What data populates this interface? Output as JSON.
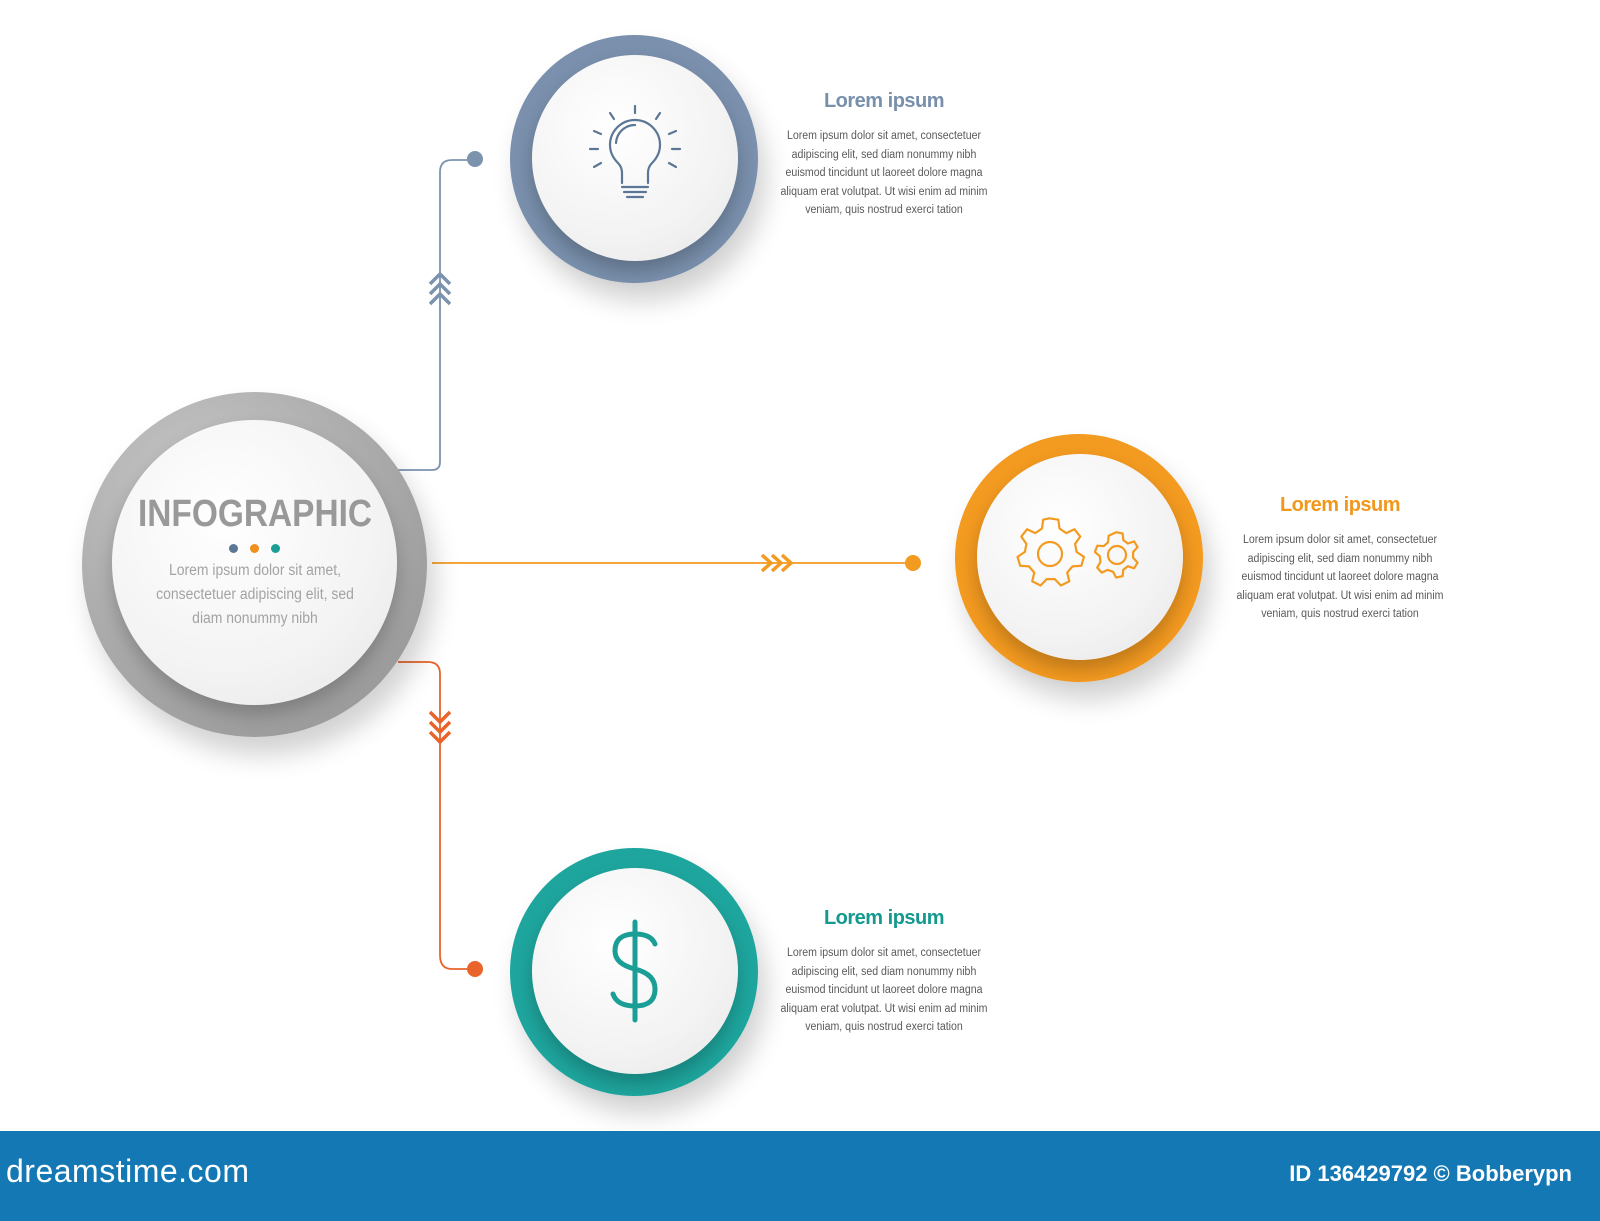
{
  "center": {
    "title": "INFOGRAPHIC",
    "text": "Lorem ipsum dolor sit amet, consectetuer adipiscing elit, sed diam nonummy nibh",
    "dot_colors": [
      "#5b7795",
      "#ef8f1e",
      "#1a9e96"
    ]
  },
  "steps": [
    {
      "title": "Lorem ipsum",
      "text": "Lorem ipsum dolor sit amet, consectetuer adipiscing elit, sed diam nonummy nibh euismod tincidunt ut laoreet dolore magna aliquam erat volutpat. Ut wisi enim ad minim veniam, quis nostrud exerci tation",
      "color": "#7a90ad",
      "title_color": "#7890ab",
      "icon": "lightbulb-icon"
    },
    {
      "title": "Lorem ipsum",
      "text": "Lorem ipsum dolor sit amet, consectetuer adipiscing elit, sed diam nonummy nibh euismod tincidunt ut laoreet dolore magna aliquam erat volutpat. Ut wisi enim ad minim veniam, quis nostrud exerci tation",
      "color": "#f39a20",
      "title_color": "#f0981c",
      "icon": "gears-icon"
    },
    {
      "title": "Lorem ipsum",
      "text": "Lorem ipsum dolor sit amet, consectetuer adipiscing elit, sed diam nonummy nibh euismod tincidunt ut laoreet dolore magna aliquam erat volutpat. Ut wisi enim ad minim veniam, quis nostrud exerci tation",
      "color": "#1ea69e",
      "title_color": "#14998f",
      "icon": "dollar-icon"
    }
  ],
  "connectors": {
    "top_color": "#7c93ad",
    "middle_color": "#f39a20",
    "bottom_color": "#e8642a"
  },
  "footer": {
    "logo": "dreamstime.com",
    "id_text": "ID 136429792 © Bobberypn",
    "background": "#1378b4"
  }
}
